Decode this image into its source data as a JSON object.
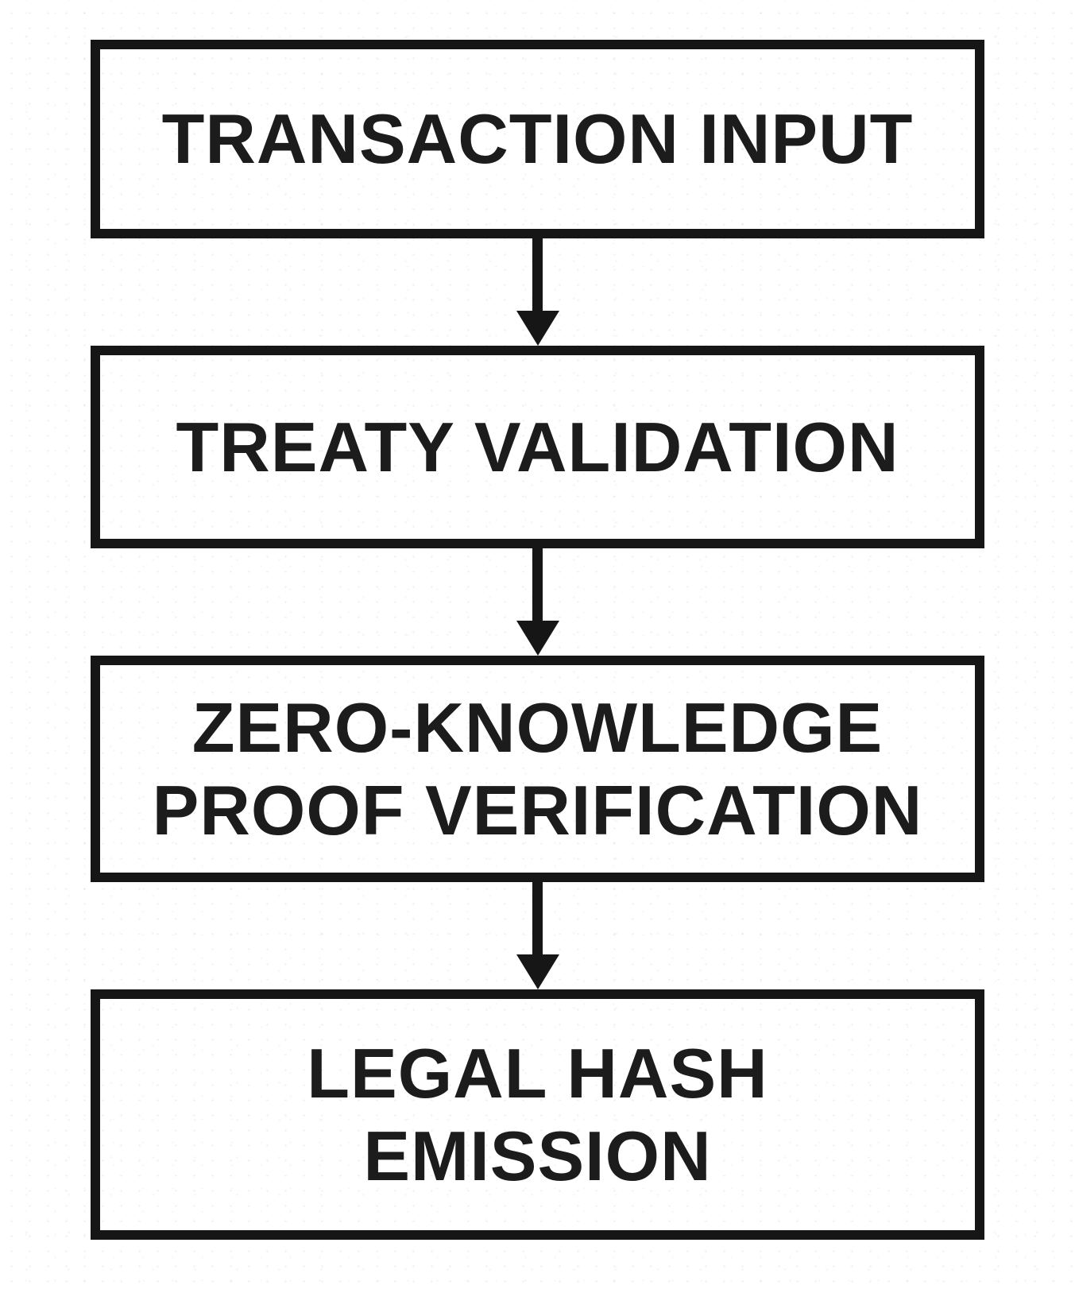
{
  "figure": {
    "type": "flowchart",
    "direction": "top-down",
    "steps": [
      {
        "id": "transaction-input",
        "lines": [
          "TRANSACTION INPUT"
        ]
      },
      {
        "id": "treaty-validation",
        "lines": [
          "TREATY VALIDATION"
        ]
      },
      {
        "id": "zero-knowledge-proof-verification",
        "lines": [
          "ZERO-KNOWLEDGE",
          "PROOF VERIFICATION"
        ]
      },
      {
        "id": "legal-hash-emission",
        "lines": [
          "LEGAL HASH",
          "EMISSION"
        ]
      }
    ],
    "connectors": [
      {
        "from": "transaction-input",
        "to": "treaty-validation",
        "style": "arrow-down"
      },
      {
        "from": "treaty-validation",
        "to": "zero-knowledge-proof-verification",
        "style": "arrow-down"
      },
      {
        "from": "zero-knowledge-proof-verification",
        "to": "legal-hash-emission",
        "style": "arrow-down"
      }
    ],
    "colors": {
      "box_border": "#161616",
      "text": "#1c1c1c",
      "arrow": "#161616",
      "background": "#ffffff"
    }
  }
}
